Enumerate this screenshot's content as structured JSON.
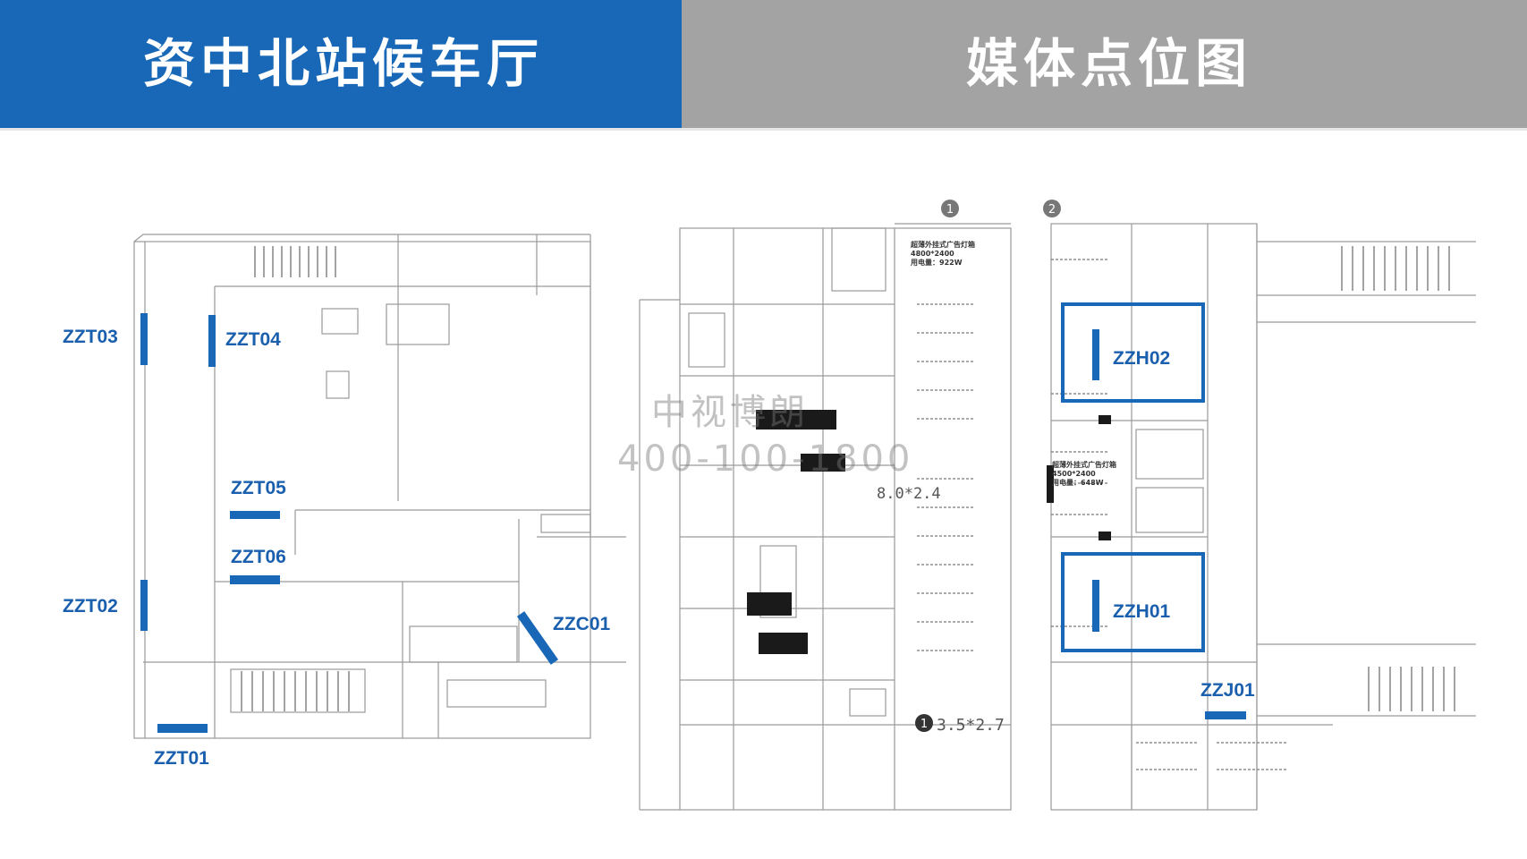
{
  "header": {
    "left_title": "资中北站候车厅",
    "right_title": "媒体点位图",
    "left_color": "#1868b7",
    "right_color": "#a3a3a3"
  },
  "points": {
    "zzt01": "ZZT01",
    "zzt02": "ZZT02",
    "zzt03": "ZZT03",
    "zzt04": "ZZT04",
    "zzt05": "ZZT05",
    "zzt06": "ZZT06",
    "zzc01": "ZZC01",
    "zzh01": "ZZH01",
    "zzh02": "ZZH02",
    "zzj01": "ZZJ01"
  },
  "plan_labels": {
    "axis_1": "1",
    "axis_2": "2",
    "size_1": "3.5*2.7",
    "size_2": "8.0*2.4",
    "lightbox_1": "超薄外挂式广告灯箱",
    "lightbox_1_size": "4800*2400",
    "lightbox_1_power": "用电量：922W",
    "lightbox_2": "超薄外挂式广告灯箱",
    "lightbox_2_size": "4500*2400",
    "lightbox_2_power": "用电量：648W"
  },
  "watermark": {
    "line1": "中视博朗",
    "line2": "400-100-1800"
  },
  "marker_color": "#1868b7"
}
